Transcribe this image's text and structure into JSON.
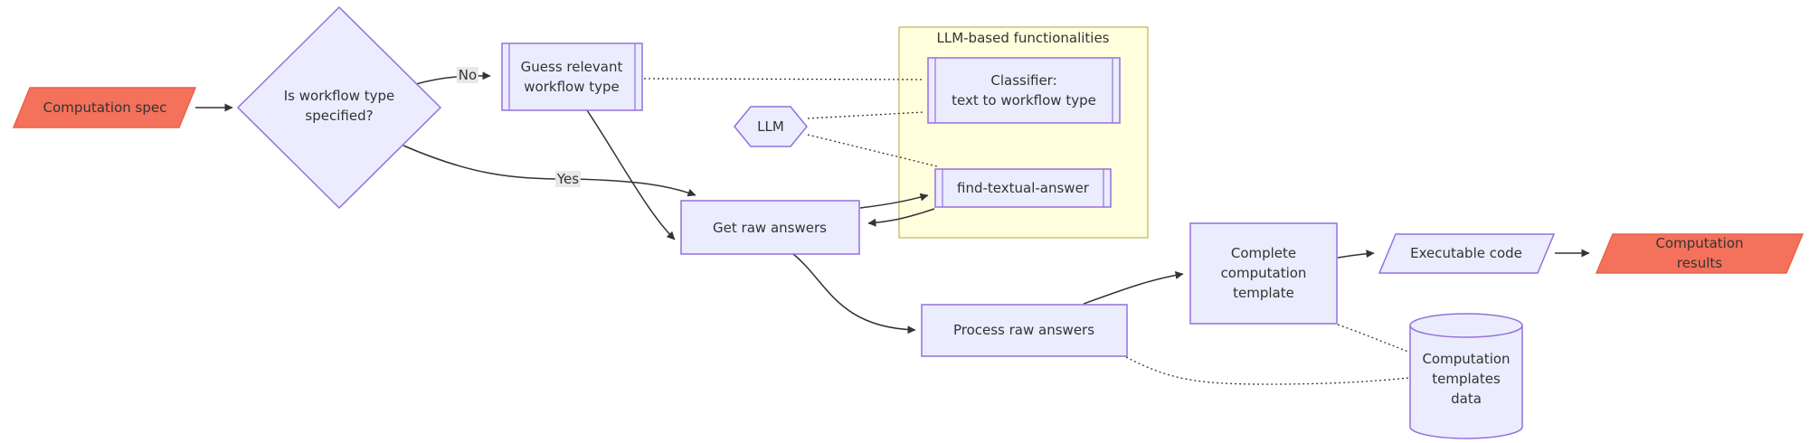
{
  "diagram": {
    "kind": "flowchart",
    "direction": "left-to-right",
    "nodes": {
      "computation_spec": {
        "label": "Computation spec",
        "shape": "parallelogram",
        "style": "highlight"
      },
      "workflow_type_decision": {
        "label": "Is workflow type\nspecified?",
        "shape": "diamond",
        "style": "default"
      },
      "guess_workflow_type": {
        "label": "Guess relevant\nworkflow type",
        "shape": "subroutine",
        "style": "default"
      },
      "llm": {
        "label": "LLM",
        "shape": "hexagon",
        "style": "default"
      },
      "classifier": {
        "label": "Classifier:\ntext to workflow type",
        "shape": "subroutine",
        "style": "default"
      },
      "find_textual_answer": {
        "label": "find-textual-answer",
        "shape": "subroutine",
        "style": "default"
      },
      "get_raw_answers": {
        "label": "Get raw answers",
        "shape": "rectangle",
        "style": "default"
      },
      "process_raw_answers": {
        "label": "Process raw answers",
        "shape": "rectangle",
        "style": "default"
      },
      "complete_computation_template": {
        "label": "Complete\ncomputation\ntemplate",
        "shape": "rectangle",
        "style": "default"
      },
      "executable_code": {
        "label": "Executable code",
        "shape": "parallelogram",
        "style": "default"
      },
      "computation_results": {
        "label": "Computation results",
        "shape": "parallelogram",
        "style": "highlight"
      },
      "computation_templates_data": {
        "label": "Computation\ntemplates\ndata",
        "shape": "cylinder",
        "style": "default"
      }
    },
    "cluster": {
      "title": "LLM-based functionalities"
    },
    "edge_labels": {
      "no": "No",
      "yes": "Yes"
    },
    "edges": [
      {
        "from": "computation_spec",
        "to": "workflow_type_decision",
        "style": "solid-arrow"
      },
      {
        "from": "workflow_type_decision",
        "to": "guess_workflow_type",
        "label": "No",
        "style": "solid-arrow"
      },
      {
        "from": "workflow_type_decision",
        "to": "get_raw_answers",
        "label": "Yes",
        "style": "solid-arrow"
      },
      {
        "from": "guess_workflow_type",
        "to": "get_raw_answers",
        "style": "solid-arrow"
      },
      {
        "from": "guess_workflow_type",
        "to": "classifier",
        "style": "dotted"
      },
      {
        "from": "llm",
        "to": "classifier",
        "style": "dotted"
      },
      {
        "from": "llm",
        "to": "find_textual_answer",
        "style": "dotted"
      },
      {
        "from": "get_raw_answers",
        "to": "find_textual_answer",
        "style": "solid-arrow"
      },
      {
        "from": "find_textual_answer",
        "to": "get_raw_answers",
        "style": "solid-arrow"
      },
      {
        "from": "get_raw_answers",
        "to": "process_raw_answers",
        "style": "solid-arrow"
      },
      {
        "from": "process_raw_answers",
        "to": "complete_computation_template",
        "style": "solid-arrow"
      },
      {
        "from": "complete_computation_template",
        "to": "executable_code",
        "style": "solid-arrow"
      },
      {
        "from": "executable_code",
        "to": "computation_results",
        "style": "solid-arrow"
      },
      {
        "from": "complete_computation_template",
        "to": "computation_templates_data",
        "style": "dotted"
      },
      {
        "from": "process_raw_answers",
        "to": "computation_templates_data",
        "style": "dotted"
      }
    ],
    "colors": {
      "node_fill": "#ECECFF",
      "node_border": "#9370DB",
      "highlight_fill": "#F4715B",
      "highlight_border": "#E8634B",
      "cluster_fill": "#FFFFDE",
      "cluster_border": "#AAAA33",
      "edge": "#333333",
      "text": "#333333",
      "edge_label_bg": "#E8E8E8"
    }
  }
}
